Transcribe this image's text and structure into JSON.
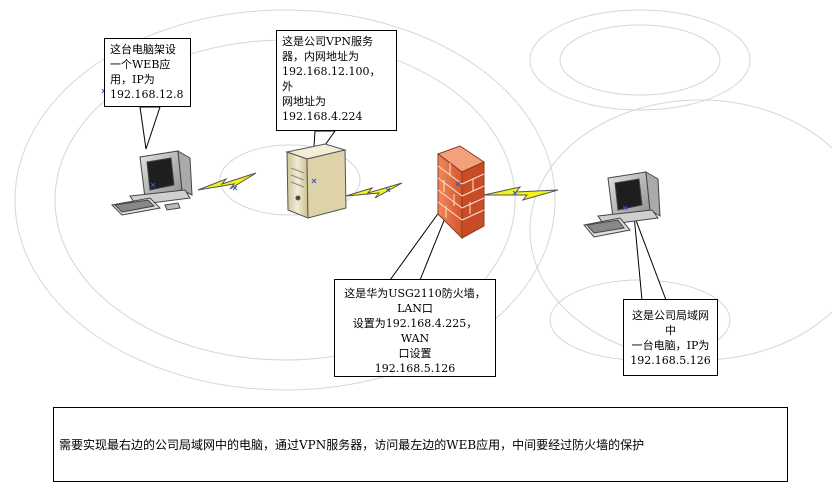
{
  "diagram": {
    "nodes": [
      {
        "id": "web-pc",
        "icon": "desktop-computer-icon"
      },
      {
        "id": "vpn-server",
        "icon": "server-tower-icon"
      },
      {
        "id": "firewall",
        "icon": "brick-firewall-icon"
      },
      {
        "id": "lan-pc",
        "icon": "desktop-computer-icon"
      }
    ],
    "links": [
      {
        "from": "web-pc",
        "to": "vpn-server",
        "icon": "lightning-link-icon"
      },
      {
        "from": "vpn-server",
        "to": "firewall",
        "icon": "lightning-link-icon"
      },
      {
        "from": "firewall",
        "to": "lan-pc",
        "icon": "lightning-link-icon"
      }
    ],
    "colors": {
      "lightning": "#f4f21a",
      "firewall": "#e8643a",
      "server": "#e8dfb8"
    }
  },
  "callouts": {
    "web_pc": [
      "这台电脑架设",
      "一个WEB应",
      "用，IP为",
      "192.168.12.8"
    ],
    "vpn_server": [
      "这是公司VPN服务",
      "器，内网地址为",
      "192.168.12.100，外",
      "网地址为",
      "192.168.4.224"
    ],
    "firewall": [
      "这是华为USG2110防火墙，",
      "LAN口",
      "设置为192.168.4.225，WAN",
      "口设置",
      "192.168.5.126"
    ],
    "lan_pc": [
      "这是公司局域网中",
      "一台电脑，IP为",
      "192.168.5.126"
    ]
  },
  "description": "需要实现最右边的公司局域网中的电脑，通过VPN服务器，访问最左边的WEB应用，中间要经过防火墙的保护"
}
